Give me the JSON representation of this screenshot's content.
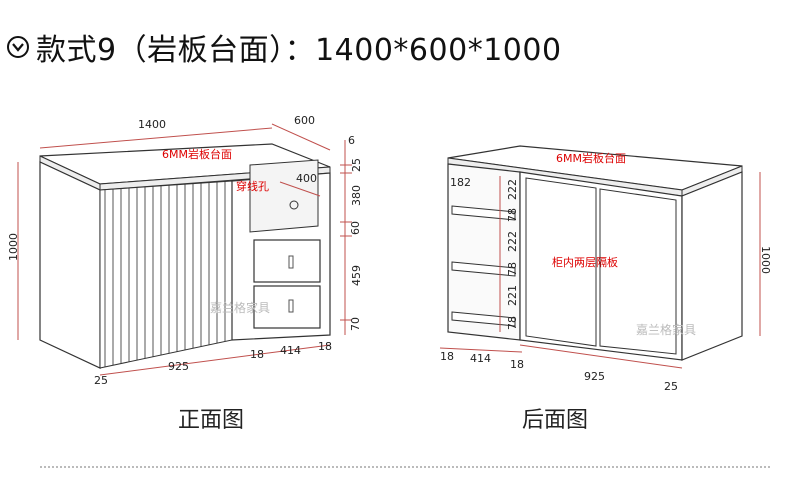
{
  "title": {
    "icon": "chevron-down-circle-icon",
    "text": "款式9（岩板台面）：1400*600*1000"
  },
  "front_view": {
    "caption": "正面图",
    "label_top": "6MM岩板台面",
    "label_hole": "穿线孔",
    "watermark": "嘉兰格家具",
    "dims": {
      "width": "1400",
      "depth": "600",
      "height": "1000",
      "top": "6",
      "d25": "25",
      "d380": "380",
      "d60": "60",
      "d459": "459",
      "d70": "70",
      "inner_depth": "400",
      "bottom_25": "25",
      "bottom_925": "925",
      "bottom_18a": "18",
      "bottom_414": "414",
      "bottom_18b": "18"
    }
  },
  "back_view": {
    "caption": "后面图",
    "label_top": "6MM岩板台面",
    "label_shelf": "柜内两层隔板",
    "watermark": "嘉兰格家具",
    "dims": {
      "d182": "182",
      "d222a": "222",
      "d78a": "78",
      "d222b": "222",
      "d78b": "78",
      "d221": "221",
      "d78c": "78",
      "height": "1000",
      "bottom_18a": "18",
      "bottom_414": "414",
      "bottom_18b": "18",
      "bottom_925": "925",
      "bottom_25": "25"
    }
  },
  "colors": {
    "outline": "#333333",
    "dimension": "#c0504d",
    "label": "#dd0000"
  }
}
